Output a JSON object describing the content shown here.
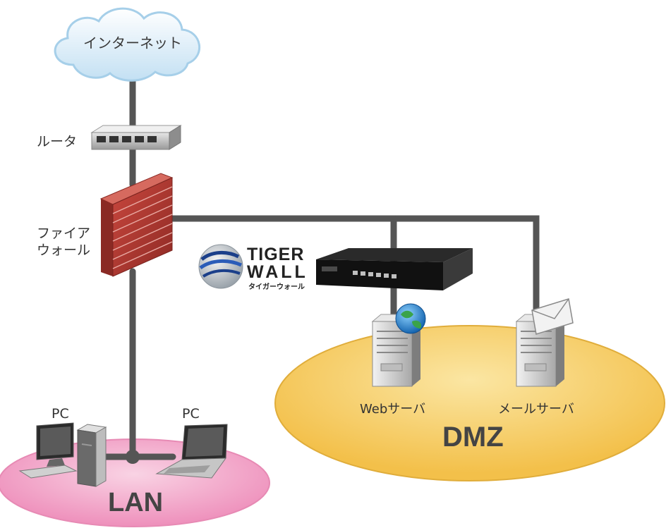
{
  "labels": {
    "internet": "インターネット",
    "router": "ルータ",
    "firewall_line1": "ファイア",
    "firewall_line2": "ウォール",
    "pc_desktop": "PC",
    "pc_laptop": "PC",
    "web_server": "Webサーバ",
    "mail_server": "メールサーバ",
    "lan": "LAN",
    "dmz": "DMZ"
  },
  "brand": {
    "line1": "TIGER",
    "line2": "WALL",
    "line3": "タイガーウォール"
  },
  "colors": {
    "link": "#555555",
    "lan_zone": "#f3a8c9",
    "dmz_zone": "#f7cf63",
    "cloud": "#cfe6f5",
    "firewall_brick": "#b03a32"
  },
  "icons": {
    "internet": "cloud-icon",
    "router": "router-icon",
    "firewall": "firewall-icon",
    "appliance": "tigerwall-appliance-icon",
    "web_server": "web-server-icon",
    "mail_server": "mail-server-icon",
    "desktop": "desktop-pc-icon",
    "laptop": "laptop-pc-icon"
  }
}
